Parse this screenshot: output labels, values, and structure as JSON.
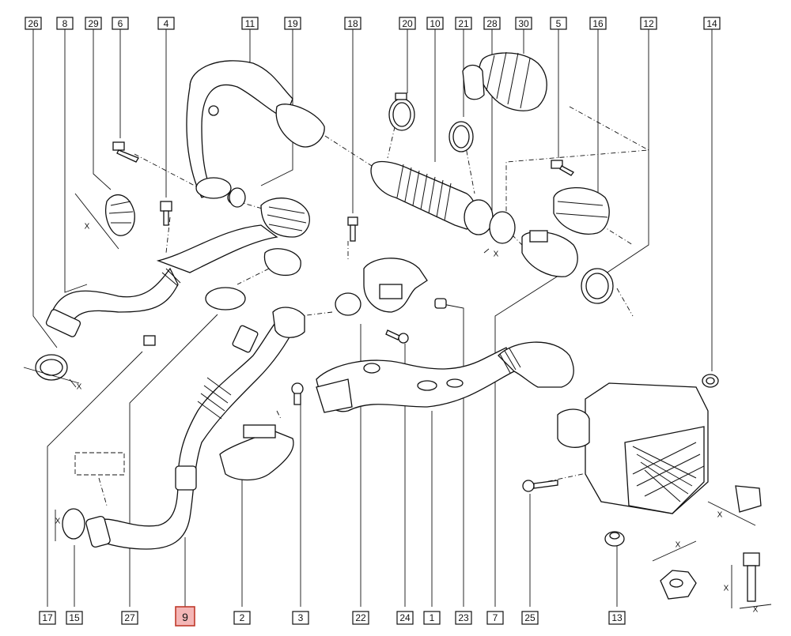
{
  "highlight_color": "#f4b6b6",
  "highlighted_callout": "9",
  "top_callouts": [
    "26",
    "8",
    "29",
    "6",
    "4",
    "11",
    "19",
    "18",
    "20",
    "10",
    "21",
    "28",
    "30",
    "5",
    "16",
    "12",
    "14"
  ],
  "bottom_callouts": [
    "17",
    "15",
    "27",
    "9",
    "2",
    "3",
    "22",
    "24",
    "1",
    "23",
    "7",
    "25",
    "13"
  ],
  "dimension_marker": "X"
}
